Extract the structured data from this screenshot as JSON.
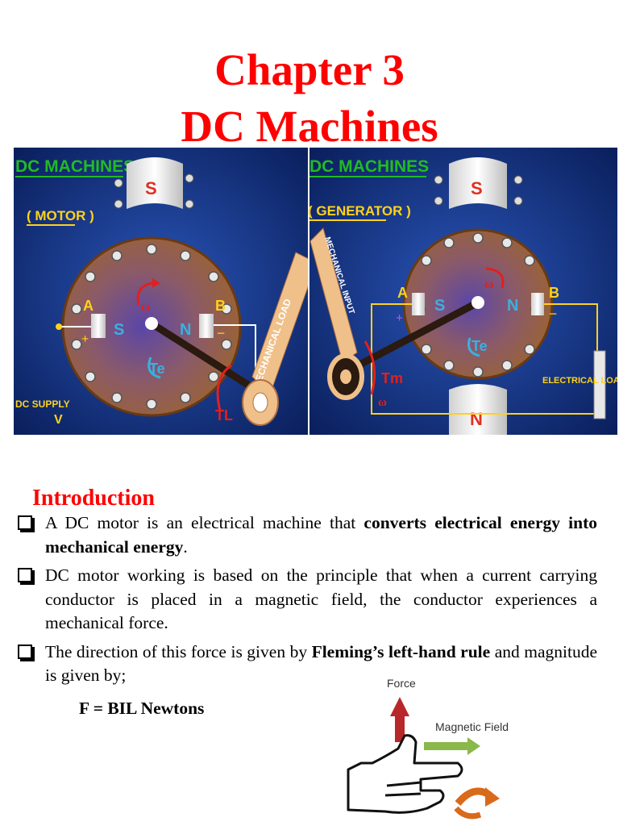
{
  "title": {
    "line1": "Chapter 3",
    "line2": "DC Machines"
  },
  "diagram": {
    "motor": {
      "header": "DC MACHINES",
      "tag": "( MOTOR )",
      "pole_top": "S",
      "brush_a": "A",
      "brush_b": "B",
      "pole_s": "S",
      "pole_n": "N",
      "omega": "ω",
      "te": "Te",
      "tl": "TL",
      "plus": "+",
      "minus": "−",
      "load": "MECHANICAL LOAD",
      "supply": "DC SUPPLY",
      "v": "V"
    },
    "generator": {
      "header": "DC MACHINES",
      "tag": "( GENERATOR )",
      "pole_top": "S",
      "pole_bottom": "N",
      "brush_a": "A",
      "brush_b": "B",
      "pole_s": "S",
      "pole_n": "N",
      "omega": "ω",
      "te": "Te",
      "tm": "Tm",
      "omega2": "ω",
      "plus": "+",
      "minus": "−",
      "input": "MECHANICAL INPUT",
      "load": "ELECTRICAL LOAD"
    }
  },
  "intro": "Introduction",
  "bullets": [
    {
      "pre": "A DC motor is an electrical machine that ",
      "bold": "converts electrical energy into mechanical energy",
      "post": "."
    },
    {
      "pre": "DC motor working is based on the principle that when a current carrying conductor is placed in a magnetic field, the conductor experiences a mechanical force.",
      "bold": "",
      "post": ""
    },
    {
      "pre": "The direction of this force is given by ",
      "bold": "Fleming’s left-hand rule",
      "post": " and magnitude is given by;"
    }
  ],
  "formula": "F = BIL Newtons",
  "hand": {
    "force": "Force",
    "field": "Magnetic Field"
  },
  "colors": {
    "title": "#ff0000",
    "panel": "#0d2a6e",
    "header": "#22bb22",
    "rotor": "#8a5030",
    "load_arm": "#f0c08a"
  }
}
